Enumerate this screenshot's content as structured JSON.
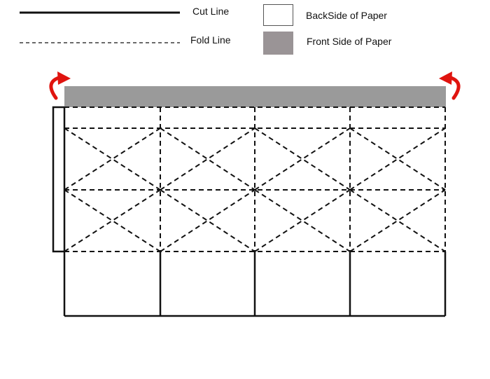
{
  "legend": {
    "cut_line_label": "Cut Line",
    "fold_line_label": "Fold Line",
    "back_side_label": "BackSide of Paper",
    "front_side_label": "Front Side of Paper",
    "back_side_color": "#ffffff",
    "front_side_color": "#9a9496"
  },
  "diagram": {
    "front_strip_color": "#9a9a9a",
    "arrow_color": "#e0140f",
    "line_color": "#111111",
    "arrow_icon": "curved-arrow-icon"
  }
}
